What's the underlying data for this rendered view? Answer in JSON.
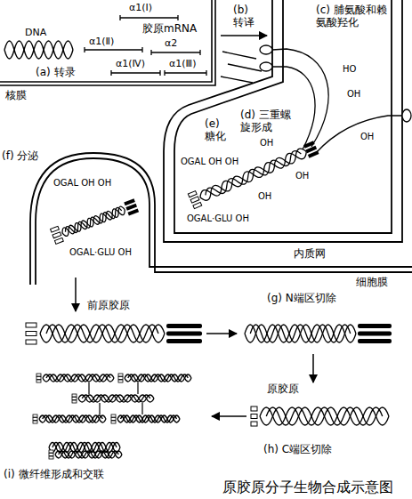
{
  "diagram": {
    "caption": "原胶原分子生物合成示意图",
    "labels": [
      "DNA",
      "α1(Ⅰ)",
      "胶原mRNA",
      "α1(Ⅱ)",
      "α1(Ⅳ)",
      "α2",
      "α1(Ⅲ)",
      "(a) 转录",
      "(b) 转译",
      "(c) 脯氨酸和赖氨酸羟化",
      "核膜",
      "HO",
      "OH",
      "OH",
      "OH",
      "(e) 糖化",
      "(d) 三重螺旋形成",
      "OGAL OH OH",
      "OGAL·GLU OH",
      "OH",
      "OH",
      "内质网",
      "(f) 分泌",
      "OGAL OH OH",
      "OGAL·GLU OH",
      "细胞膜",
      "(g) N端区切除",
      "前原胶原",
      "原胶原",
      "(h) C端区切除",
      "(i) 微纤维形成和交联"
    ]
  }
}
